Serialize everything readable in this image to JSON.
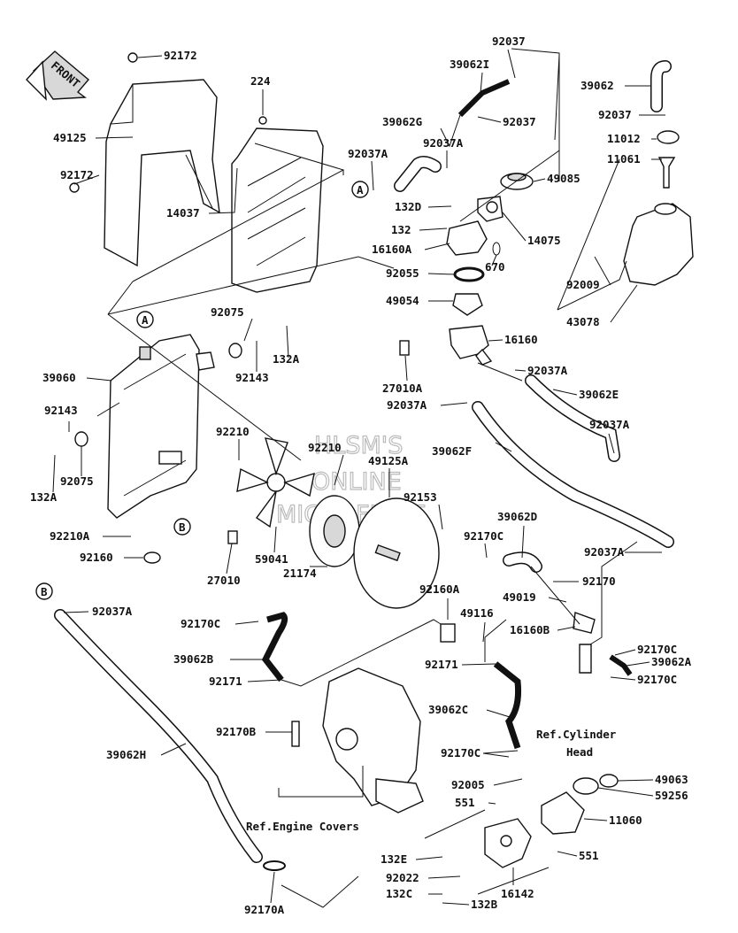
{
  "front_badge": "FRONT",
  "watermark": [
    "HLSM'S",
    "ONLINE",
    "MICROFICHE"
  ],
  "reference_labels": {
    "cylinder_head_line1": "Ref.Cylinder",
    "cylinder_head_line2": "Head",
    "engine_covers": "Ref.Engine Covers"
  },
  "callouts": {
    "A_top": "A",
    "A_radiator": "A",
    "B_radiator": "B",
    "B_hose": "B"
  },
  "part_labels": [
    "92172",
    "49125",
    "92172",
    "224",
    "14037",
    "92037",
    "39062I",
    "39062G",
    "92037",
    "92037A",
    "92037A",
    "132D",
    "132",
    "16160A",
    "49085",
    "14075",
    "670",
    "92055",
    "49054",
    "16160",
    "27010A",
    "92037A",
    "92037A",
    "39062E",
    "39062F",
    "39062",
    "92037",
    "11012",
    "11061",
    "92009",
    "43078",
    "92075",
    "132A",
    "92143",
    "39060",
    "92143",
    "92075",
    "132A",
    "92210",
    "92210",
    "49125A",
    "92153",
    "92210A",
    "92160",
    "59041",
    "27010",
    "21174",
    "39062D",
    "92170C",
    "92170",
    "49019",
    "16160B",
    "92037A",
    "92037A",
    "92037A",
    "92170C",
    "39062B",
    "92171",
    "92160A",
    "49116",
    "92171",
    "39062C",
    "92170C",
    "39062A",
    "92170C",
    "39062H",
    "92170B",
    "92170C",
    "92005",
    "551",
    "49063",
    "59256",
    "11060",
    "551",
    "132E",
    "92022",
    "132C",
    "132B",
    "16142",
    "92170A"
  ]
}
